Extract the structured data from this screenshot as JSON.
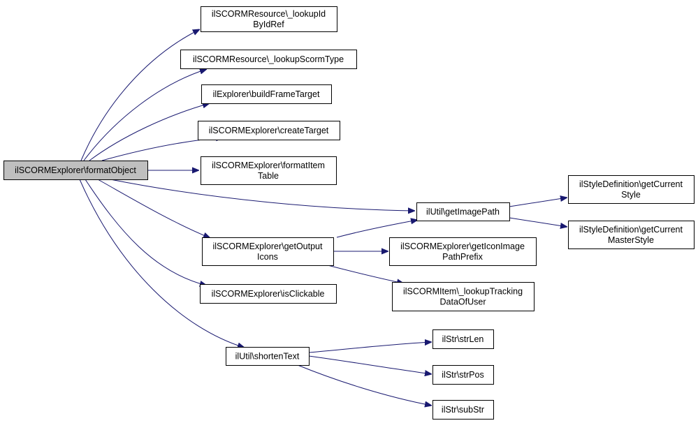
{
  "colors": {
    "edge": "#191970",
    "root_fill": "#bfbfbf",
    "node_fill": "#ffffff",
    "border": "#000000"
  },
  "nodes": [
    {
      "id": "root",
      "lines": [
        "ilSCORMExplorer\\formatObject"
      ],
      "root": true
    },
    {
      "id": "lookupIdByIdRef",
      "lines": [
        "ilSCORMResource\\_lookupId",
        "ByIdRef"
      ]
    },
    {
      "id": "lookupScormType",
      "lines": [
        "ilSCORMResource\\_lookupScormType"
      ]
    },
    {
      "id": "buildFrameTarget",
      "lines": [
        "ilExplorer\\buildFrameTarget"
      ]
    },
    {
      "id": "createTarget",
      "lines": [
        "ilSCORMExplorer\\createTarget"
      ]
    },
    {
      "id": "formatItemTable",
      "lines": [
        "ilSCORMExplorer\\formatItem",
        "Table"
      ]
    },
    {
      "id": "getImagePath",
      "lines": [
        "ilUtil\\getImagePath"
      ]
    },
    {
      "id": "getCurrentStyle",
      "lines": [
        "ilStyleDefinition\\getCurrent",
        "Style"
      ]
    },
    {
      "id": "getCurrentMasterStyle",
      "lines": [
        "ilStyleDefinition\\getCurrent",
        "MasterStyle"
      ]
    },
    {
      "id": "getOutputIcons",
      "lines": [
        "ilSCORMExplorer\\getOutput",
        "Icons"
      ]
    },
    {
      "id": "getIconImagePathPrefix",
      "lines": [
        "ilSCORMExplorer\\getIconImage",
        "PathPrefix"
      ]
    },
    {
      "id": "lookupTrackingDataOfUser",
      "lines": [
        "ilSCORMItem\\_lookupTracking",
        "DataOfUser"
      ]
    },
    {
      "id": "isClickable",
      "lines": [
        "ilSCORMExplorer\\isClickable"
      ]
    },
    {
      "id": "shortenText",
      "lines": [
        "ilUtil\\shortenText"
      ]
    },
    {
      "id": "strLen",
      "lines": [
        "ilStr\\strLen"
      ]
    },
    {
      "id": "strPos",
      "lines": [
        "ilStr\\strPos"
      ]
    },
    {
      "id": "subStr",
      "lines": [
        "ilStr\\subStr"
      ]
    }
  ],
  "edges": [
    {
      "from": "root",
      "to": "lookupIdByIdRef"
    },
    {
      "from": "root",
      "to": "lookupScormType"
    },
    {
      "from": "root",
      "to": "buildFrameTarget"
    },
    {
      "from": "root",
      "to": "createTarget"
    },
    {
      "from": "root",
      "to": "formatItemTable"
    },
    {
      "from": "root",
      "to": "getImagePath"
    },
    {
      "from": "root",
      "to": "getOutputIcons"
    },
    {
      "from": "root",
      "to": "isClickable"
    },
    {
      "from": "root",
      "to": "shortenText"
    },
    {
      "from": "getImagePath",
      "to": "getCurrentStyle"
    },
    {
      "from": "getImagePath",
      "to": "getCurrentMasterStyle"
    },
    {
      "from": "getOutputIcons",
      "to": "getImagePath"
    },
    {
      "from": "getOutputIcons",
      "to": "getIconImagePathPrefix"
    },
    {
      "from": "getOutputIcons",
      "to": "lookupTrackingDataOfUser"
    },
    {
      "from": "shortenText",
      "to": "strLen"
    },
    {
      "from": "shortenText",
      "to": "strPos"
    },
    {
      "from": "shortenText",
      "to": "subStr"
    }
  ]
}
